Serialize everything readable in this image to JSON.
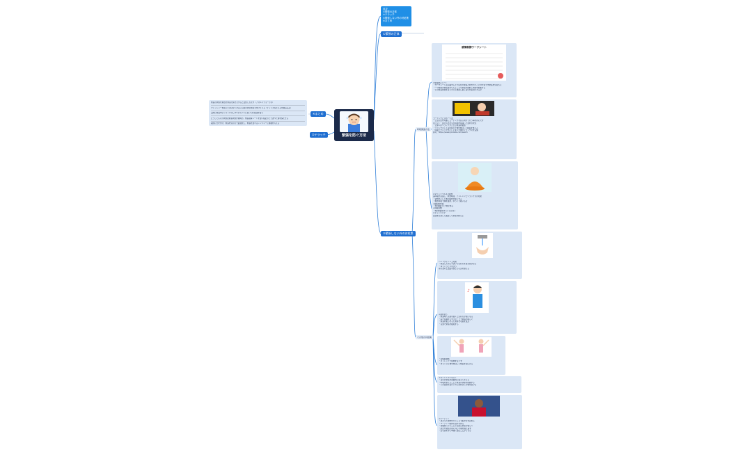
{
  "central": {
    "title": "緊張を防ぐ方法",
    "icon": "nervous-boy-illustration"
  },
  "toc": {
    "lines": [
      "目次",
      "①緊張の正体",
      "②テラッチ",
      "③緊張しない外の対処策",
      "④まとめ"
    ]
  },
  "branches": {
    "b1": "①緊張の正体",
    "b3": "③緊張しない外の対処策",
    "b2": "②テラッチ",
    "b4": "④まとめ"
  },
  "summary": {
    "lines": [
      "緊張の状態を未然を緊張で解きますると変化しちます（アスルジフォーカス）",
      "プレッシャーを感じたのは全くが口に自身の状況を結ち付けている（チャンスなどえるを掴み込み）",
      "実際に緊張中にリラックスしすべきモデルにおいて仕様法を使う",
      "どうしてもその状態は緊張状態が傾向の、緊張感情シートを使い指定の上で述べた値を保たせる",
      "段階に力を付け、緊張を気持ちで最適化し、緊張を選べるレンジャーに挑戦を与える"
    ]
  },
  "labels": {
    "left1": "呼吸関連の法",
    "left2": "その他の対処策"
  },
  "worksheet": {
    "title": "感情制御ワークシート"
  },
  "cards": {
    "c1": [
      "②緊張修正シート",
      "・ワークシートは記載する上で自分の緊張と向き合うことが大切です緊張を気持ちに",
      "・一つ質問の緊張感を与えることで緊張を理解し状態を把握する",
      "・その緊張状態をはっきりと整理し更に自分を表現できるか"
    ],
    "c2": [
      "コーチングとスポーツ法",
      "・上記の点を考慮しコーチングを自ら向けて行う事が肝心です",
      "ポイント：受け入れ法への時間を意識した流れの状況",
      "",
      "・全体へのリラックスさせる緊張の緩和",
      "・リラックスして自然な形で体を伸ばして呼吸を整える",
      "・呼吸テクニックを正しく使い全体のリラックスを実施",
      "",
      "参考：https://www.youtube.com/watch"
    ],
    "c3": [
      "②マインドフルネス瞑想",
      "深呼吸を意識し、瞑想時間、チャレンジとリラックスの効果",
      "・姿勢を正して体の軸を中央にする",
      "・腹式呼吸で胸を緩め、ゆっくり吸い込む",
      "",
      "③緩和的呼吸",
      "・4秒間吸って7秒止める",
      "",
      "④呼吸回数",
      "・6秒呼吸をゆっくりと吐く",
      "",
      "⑤チャンキング",
      "意識を分割して確認して緊張を整える"
    ],
    "c4": [
      "ハンドウォッシュ効果",
      "・緊張した時に手洗いで気持ちを落ち着かせる",
      "",
      "・ゆっくりと手を洗う",
      "",
      "水の流れと温度を感じて心身を整える"
    ],
    "c5": [
      "④歌を歌う",
      "・緊張時に音楽を聞くと気持ちが楽になる",
      "・好きな曲を口ずさむことで緊張が和らぐ",
      "",
      "・緊張を和らげるため好きな歌を選ぶ",
      "",
      "・音楽で緊張を緩和する"
    ],
    "c6": [
      "・表情筋運動",
      "・ストレッチで筋肉をほぐす",
      "",
      "",
      "・ゆっくりと体を伸ばして緊張を和らげる"
    ],
    "c7": [
      "③マインドフルネスト",
      "・自分の緊張を客観的に捉えて考える",
      "・呼吸を整えることで緊張の状態を把握する",
      "・その感覚を受け入れて前向きに行動を続ける"
    ],
    "c8": [
      "④ルーティン",
      "・決まった動作を行うことで集中力を高める",
      "",
      "・ルーティン動作の流れを作る",
      "",
      "・習慣的に行うことで自然と緊張が和らぐ",
      "",
      "・試合や発表の前に同じ手順を繰り返す",
      "・安心感を得て本番に臨むことができる"
    ]
  },
  "colors": {
    "branch": "#1f6fd1",
    "toc": "#1f8fe6",
    "card": "#dbe7f6",
    "central": "#1b2a4a",
    "edge": "#2f7fd8"
  }
}
